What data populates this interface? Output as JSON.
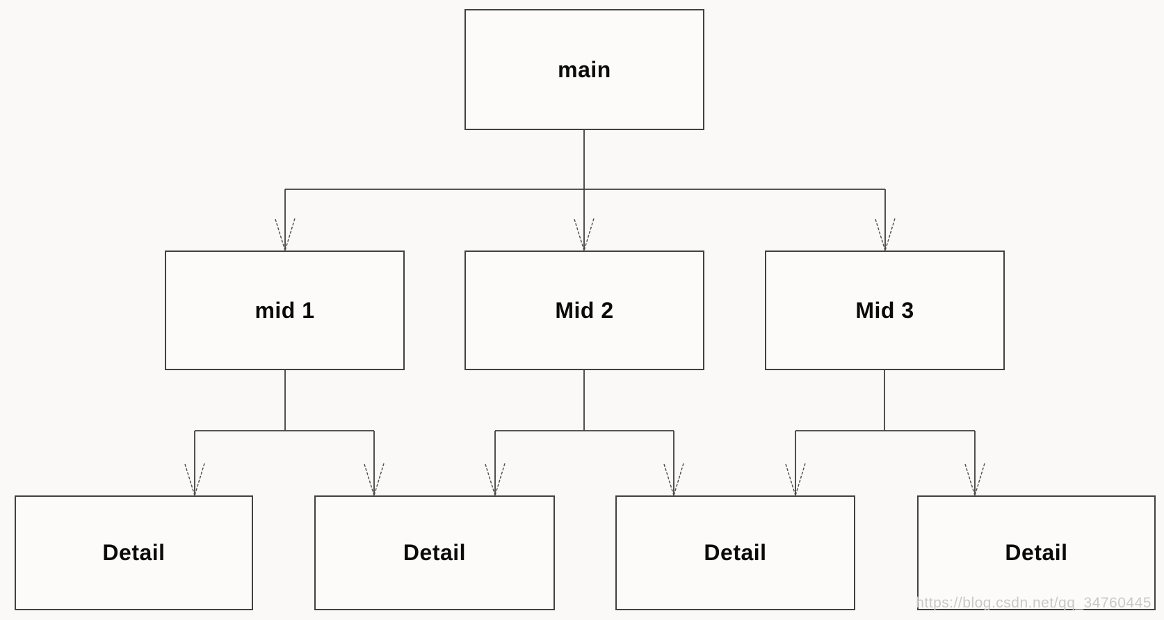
{
  "diagram": {
    "type": "hierarchy-flowchart",
    "nodes": {
      "main": {
        "label": "main"
      },
      "mid1": {
        "label": "mid 1"
      },
      "mid2": {
        "label": "Mid 2"
      },
      "mid3": {
        "label": "Mid 3"
      },
      "detail1": {
        "label": "Detail"
      },
      "detail2": {
        "label": "Detail"
      },
      "detail3": {
        "label": "Detail"
      },
      "detail4": {
        "label": "Detail"
      }
    },
    "edges": [
      {
        "from": "main",
        "to": "mid1"
      },
      {
        "from": "main",
        "to": "mid2"
      },
      {
        "from": "main",
        "to": "mid3"
      },
      {
        "from": "mid1",
        "to": "detail1"
      },
      {
        "from": "mid1",
        "to": "detail2"
      },
      {
        "from": "mid2",
        "to": "detail2"
      },
      {
        "from": "mid2",
        "to": "detail3"
      },
      {
        "from": "mid3",
        "to": "detail3"
      },
      {
        "from": "mid3",
        "to": "detail4"
      }
    ],
    "arrow_style": "open-v-dashed",
    "colors": {
      "background": "#faf9f7",
      "box_fill": "#fcfbf9",
      "box_border": "#414141",
      "line": "#3e3e3e",
      "text": "#0a0a0a",
      "watermark": "#c9c9c7"
    }
  },
  "watermark": {
    "text": "https://blog.csdn.net/qq_34760445"
  }
}
